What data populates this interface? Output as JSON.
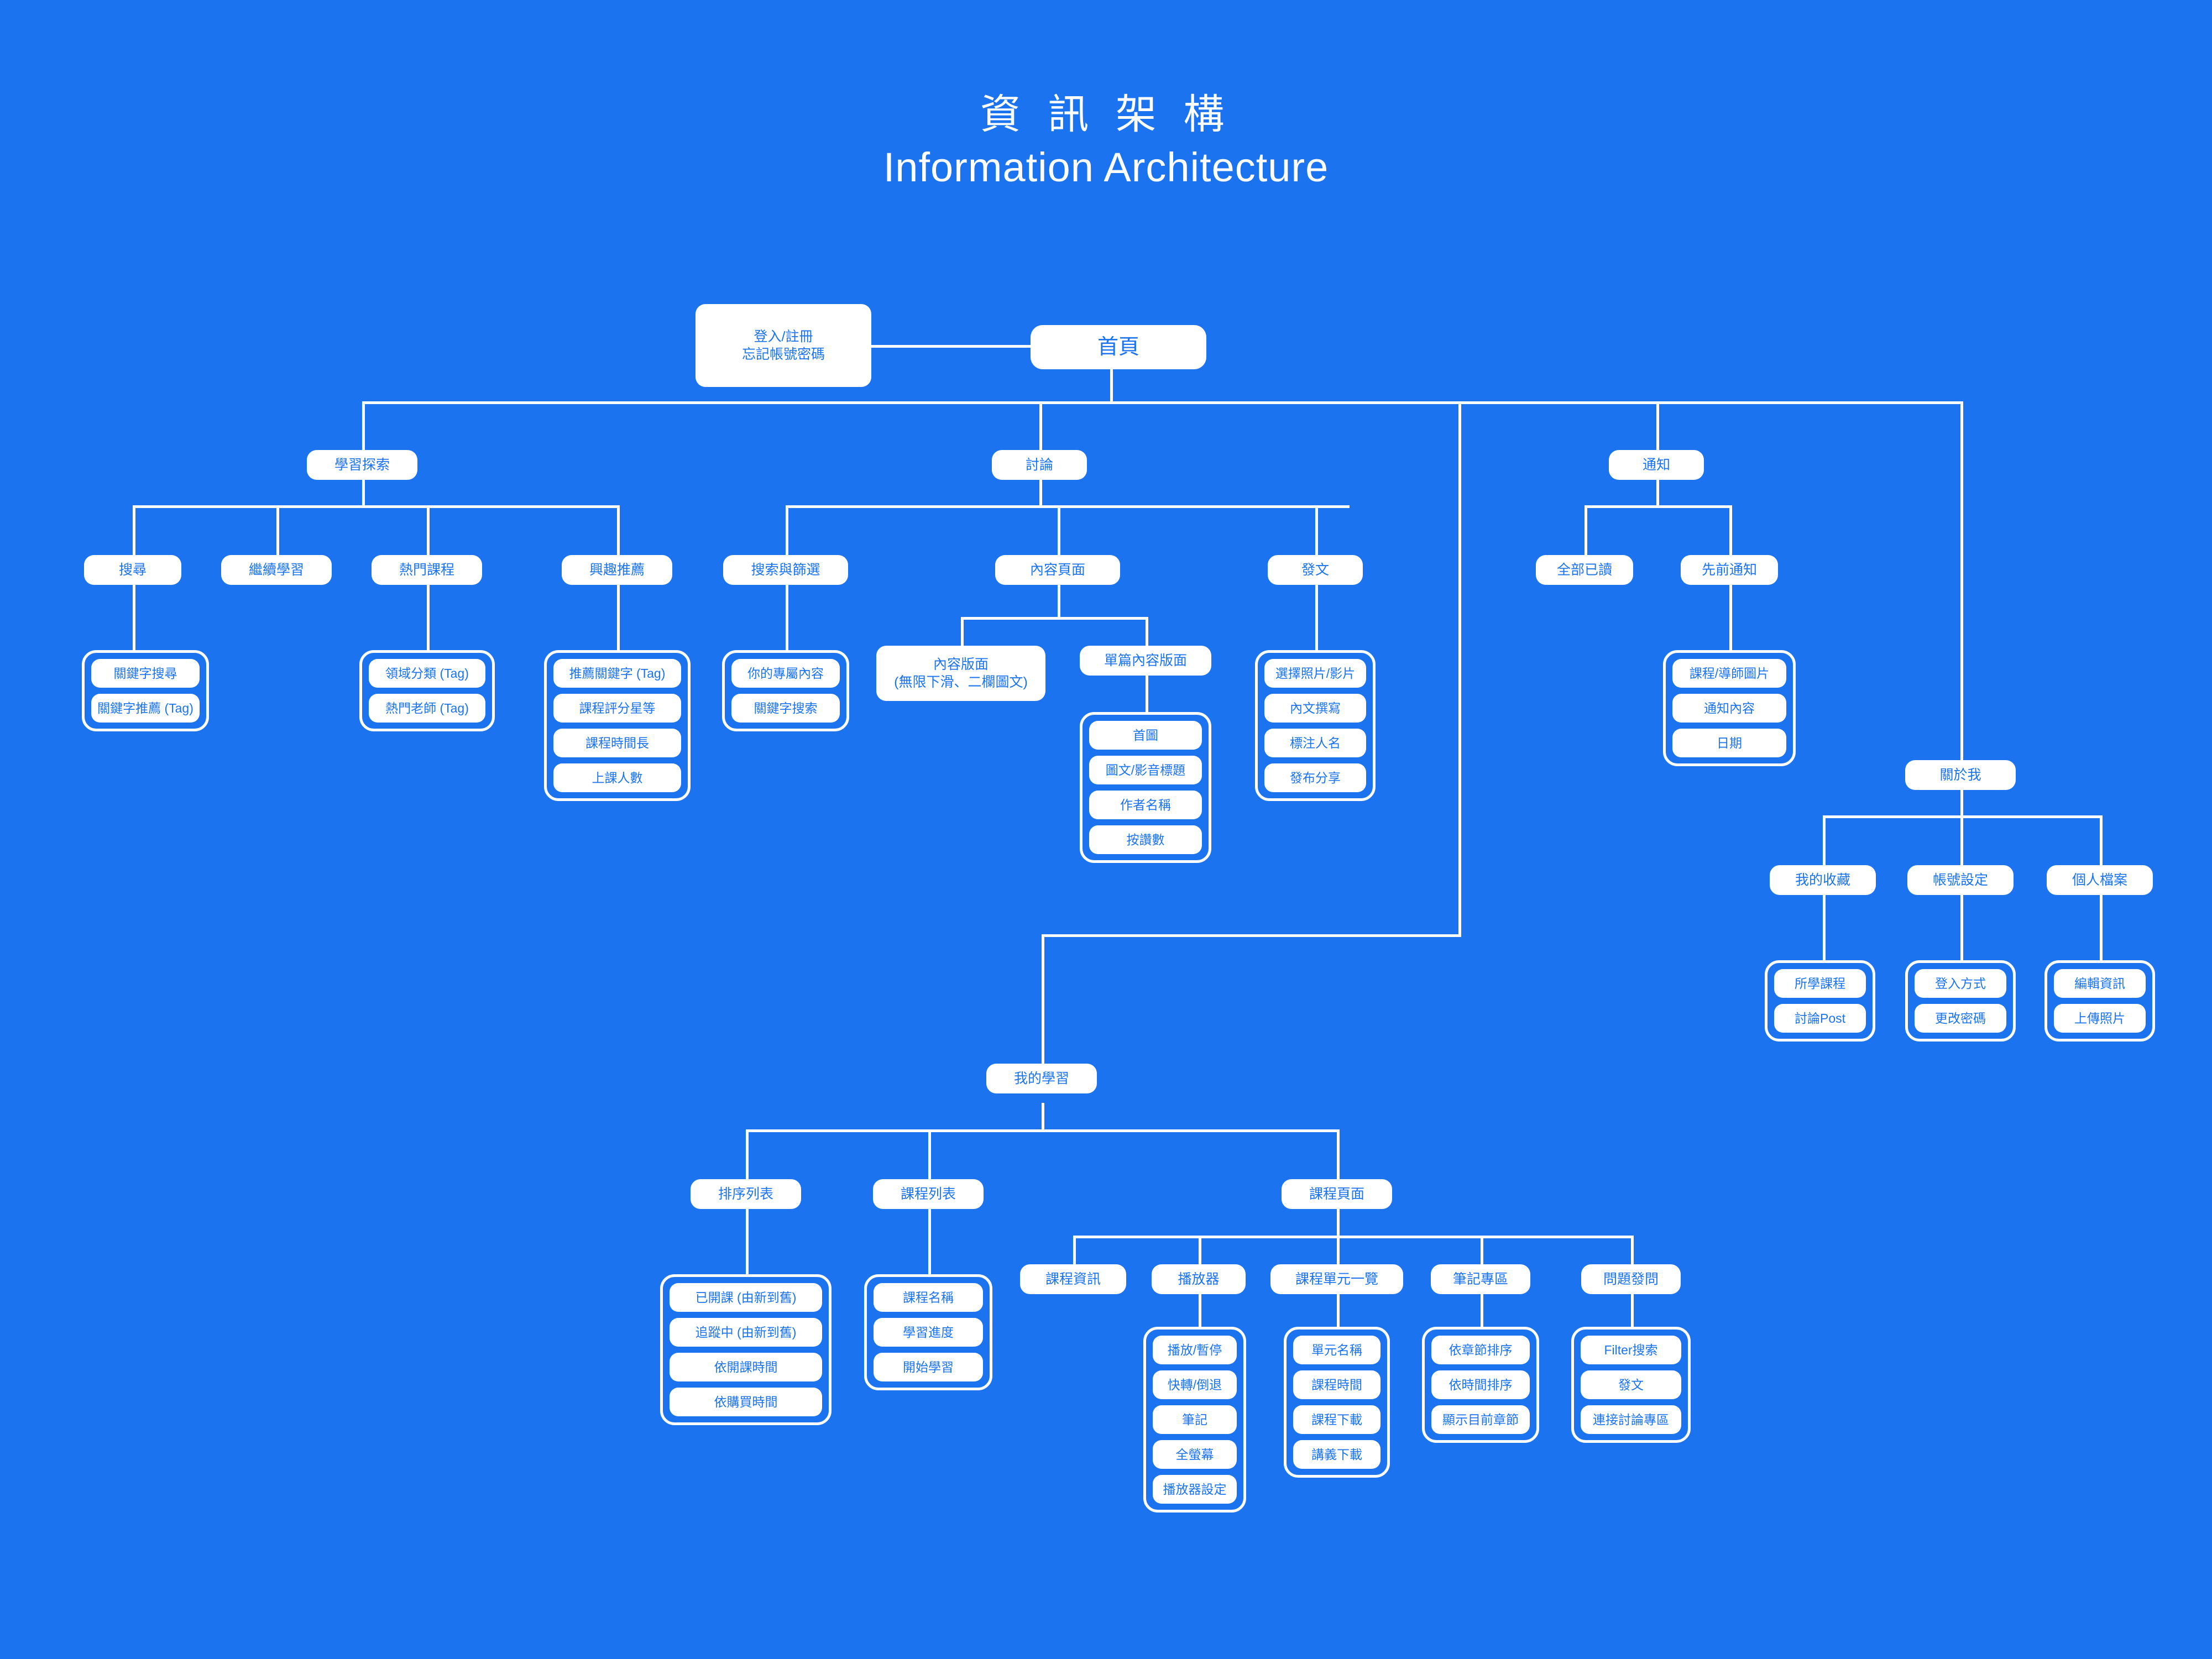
{
  "meta": {
    "background_color": "#1b73f0",
    "node_fill": "#ffffff",
    "node_text_color": "#1b73f0",
    "line_color": "#ffffff"
  },
  "title": {
    "zh": "資 訊 架 構",
    "en": "Information Architecture"
  },
  "nodes": {
    "auth": "登入/註冊\n忘記帳號密碼",
    "auth_line1": "登入/註冊",
    "auth_line2": "忘記帳號密碼",
    "home": "首頁",
    "explore": "學習探索",
    "discuss": "討論",
    "notify": "通知",
    "about": "關於我",
    "mylearning": "我的學習",
    "search": "搜尋",
    "continue": "繼續學習",
    "hot_course": "熱門課程",
    "interest_rec": "興趣推薦",
    "search_filter": "搜索與篩選",
    "content_page": "內容頁面",
    "post": "發文",
    "read_all": "全部已讀",
    "prev_notify": "先前通知",
    "favorites": "我的收藏",
    "account_settings": "帳號設定",
    "profile": "個人檔案",
    "sort_list": "排序列表",
    "course_list": "課程列表",
    "course_page": "課程頁面",
    "content_layout_l1": "內容版面",
    "content_layout_l2": "(無限下滑、二欄圖文)",
    "single_content": "單篇內容版面",
    "course_info": "課程資訊",
    "player": "播放器",
    "unit_list": "課程單元一覽",
    "note_zone": "筆記專區",
    "qa_zone": "問題發問"
  },
  "groups": {
    "search_leaves": [
      "關鍵字搜尋",
      "關鍵字推薦 (Tag)"
    ],
    "hot_course_leaves": [
      "領域分類 (Tag)",
      "熱門老師 (Tag)"
    ],
    "interest_leaves": [
      "推薦關鍵字 (Tag)",
      "課程評分星等",
      "課程時間長",
      "上課人數"
    ],
    "search_filter_leaves": [
      "你的專屬內容",
      "關鍵字搜索"
    ],
    "single_content_leaves": [
      "首圖",
      "圖文/影音標題",
      "作者名稱",
      "按讚數"
    ],
    "post_leaves": [
      "選擇照片/影片",
      "內文撰寫",
      "標注人名",
      "發布分享"
    ],
    "prev_notify_leaves": [
      "課程/導師圖片",
      "通知內容",
      "日期"
    ],
    "favorites_leaves": [
      "所學課程",
      "討論Post"
    ],
    "account_leaves": [
      "登入方式",
      "更改密碼"
    ],
    "profile_leaves": [
      "編輯資訊",
      "上傳照片"
    ],
    "sort_list_leaves": [
      "已開課 (由新到舊)",
      "追蹤中 (由新到舊)",
      "依開課時間",
      "依購買時間"
    ],
    "course_list_leaves": [
      "課程名稱",
      "學習進度",
      "開始學習"
    ],
    "player_leaves": [
      "播放/暫停",
      "快轉/倒退",
      "筆記",
      "全螢幕",
      "播放器設定"
    ],
    "unit_list_leaves": [
      "單元名稱",
      "課程時間",
      "課程下載",
      "講義下載"
    ],
    "note_zone_leaves": [
      "依章節排序",
      "依時間排序",
      "顯示目前章節"
    ],
    "qa_zone_leaves": [
      "Filter搜索",
      "發文",
      "連接討論專區"
    ]
  }
}
